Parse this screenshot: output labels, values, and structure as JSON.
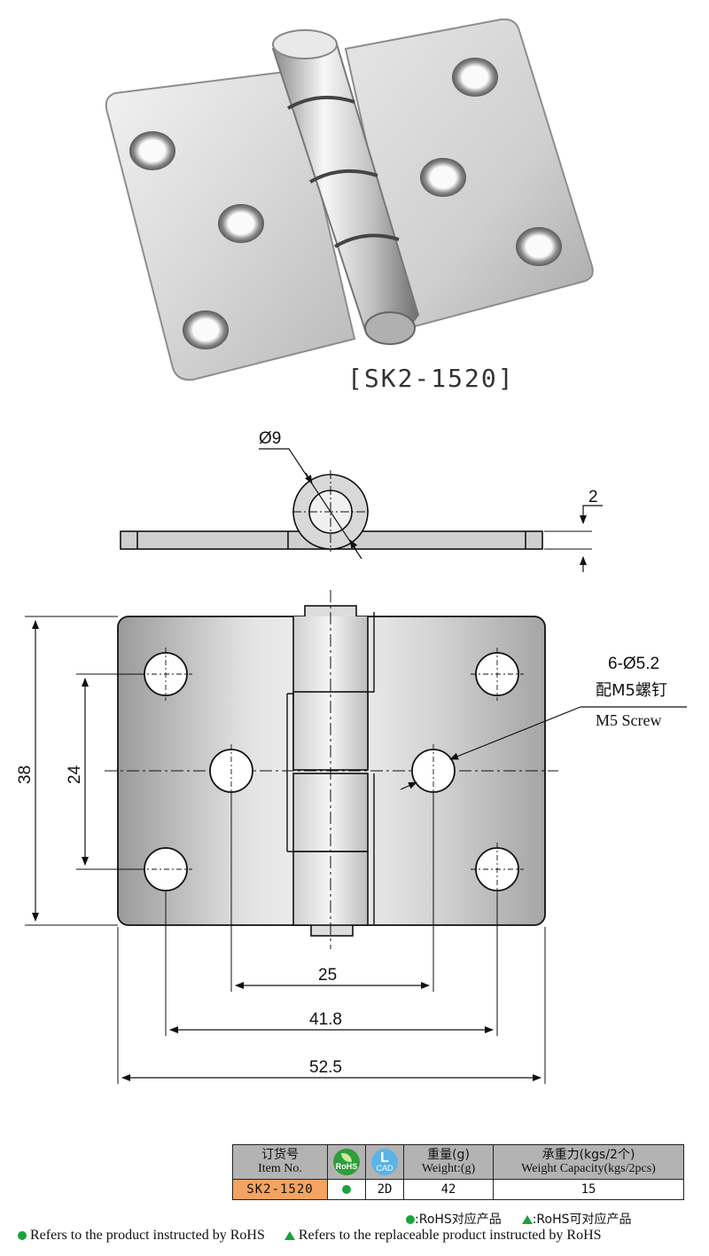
{
  "photo": {
    "caption": "[SK2-1520]"
  },
  "drawing": {
    "pin_diameter": "Ø9",
    "thickness": "2",
    "hole_spec": "6-Ø5.2",
    "screw_cn": "配M5螺钉",
    "screw_en": "M5 Screw",
    "height_total": "38",
    "height_holes": "24",
    "width_inner": "25",
    "width_holes": "41.8",
    "width_total": "52.5"
  },
  "table": {
    "headers": {
      "item_cn": "订货号",
      "item_en": "Item No.",
      "rohs": "RoHS",
      "cad": "CAD",
      "weight_cn": "重量(g)",
      "weight_en": "Weight:(g)",
      "cap_cn": "承重力(kgs/2个)",
      "cap_en": "Weight Capacity(kgs/2pcs)"
    },
    "row": {
      "item": "SK2-1520",
      "cad": "2D",
      "weight": "42",
      "capacity": "15"
    }
  },
  "legend": {
    "cn_rohs": ":RoHS对应产品",
    "cn_replace": ":RoHS可对应产品",
    "en_rohs": "Refers to the product instructed by RoHS",
    "en_replace": "Refers to the replaceable product instructed by RoHS"
  },
  "colors": {
    "item_cell": "#f4a460",
    "header": "#b3b3b3",
    "rohs_green": "#1aa33c",
    "cad_blue": "#5ab4e6"
  }
}
